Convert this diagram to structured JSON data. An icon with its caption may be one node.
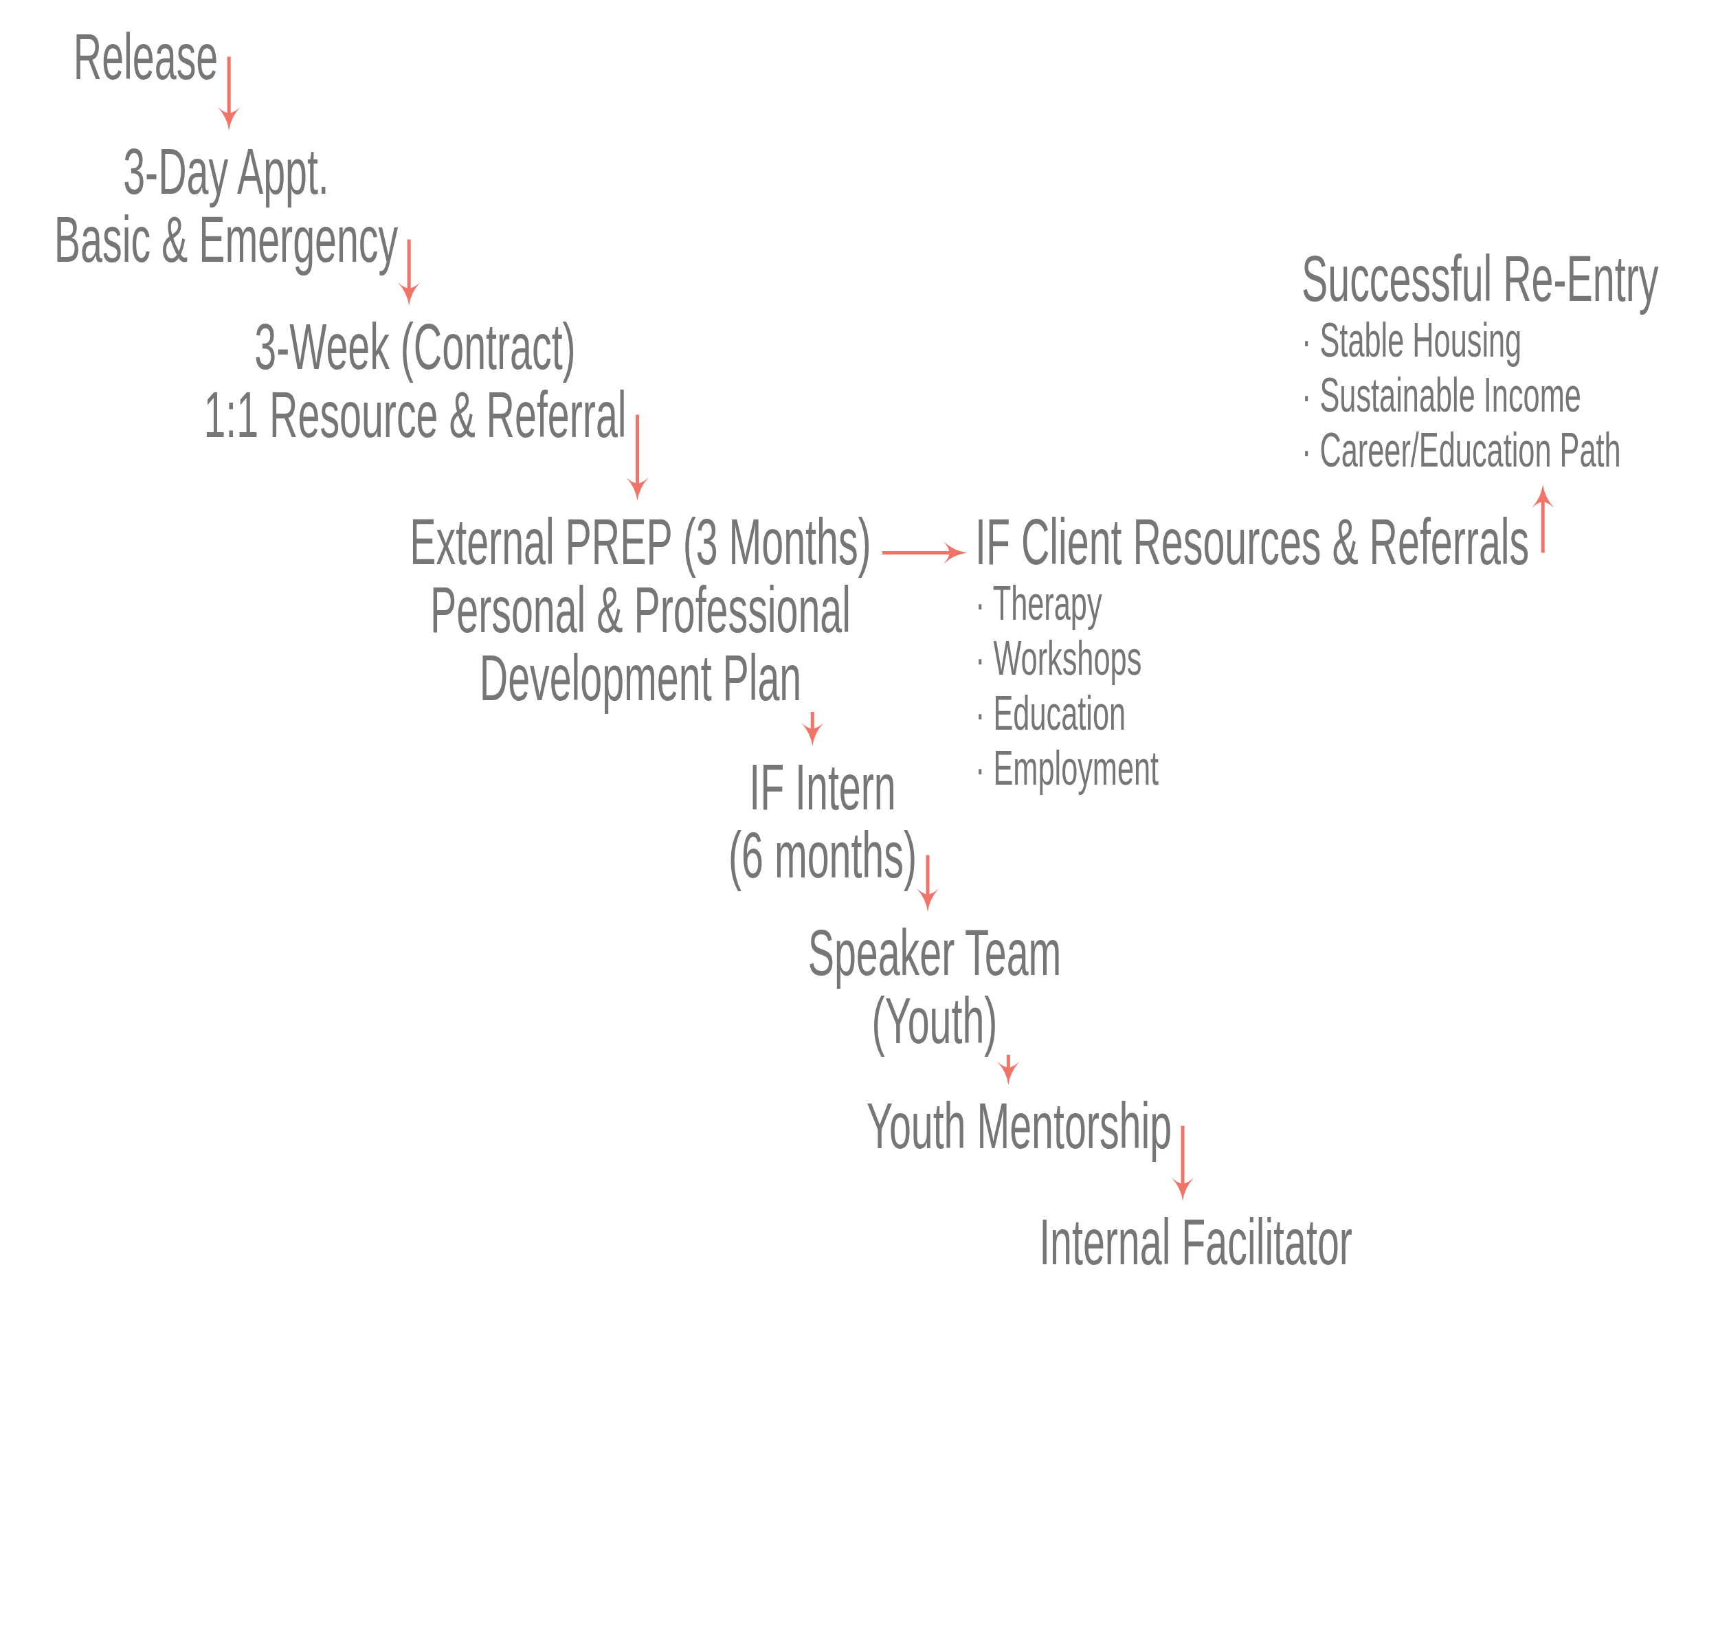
{
  "diagram": {
    "nodes": [
      {
        "text": [
          "Release"
        ]
      },
      {
        "text": [
          "3-Day Appt. Basic & Emergency"
        ]
      },
      {
        "text": [
          "3-Week (Contract) 1:1 Resource & Referral"
        ]
      },
      {
        "text": [
          "External PREP (3 Months) Personal & Professional Development Plan"
        ]
      },
      {
        "text": [
          "IF Client Resources & Referrals",
          "· Therapy",
          "· Workshops",
          "· Education",
          "· Employment"
        ]
      },
      {
        "text": [
          "Successful Re-Entry",
          "· Stable Housing",
          "· Sustainable Income",
          "· Career/Education Path"
        ]
      },
      {
        "text": [
          "IF Intern (6 months)"
        ]
      },
      {
        "text": [
          "Speaker Team (Youth)"
        ]
      },
      {
        "text": [
          "Youth Mentorship"
        ]
      },
      {
        "text": [
          "Internal Facilitator"
        ]
      }
    ],
    "edges": [
      {
        "from": 0,
        "to": 1,
        "arrow": "to"
      },
      {
        "from": 1,
        "to": 2,
        "arrow": "to"
      },
      {
        "from": 2,
        "to": 3,
        "arrow": "to"
      },
      {
        "from": 3,
        "to": 4,
        "arrow": "to"
      },
      {
        "from": 4,
        "to": 5,
        "arrow": "to"
      },
      {
        "from": 3,
        "to": 6,
        "arrow": "to"
      },
      {
        "from": 6,
        "to": 7,
        "arrow": "to"
      },
      {
        "from": 7,
        "to": 8,
        "arrow": "to"
      },
      {
        "from": 8,
        "to": 9,
        "arrow": "to"
      }
    ]
  }
}
